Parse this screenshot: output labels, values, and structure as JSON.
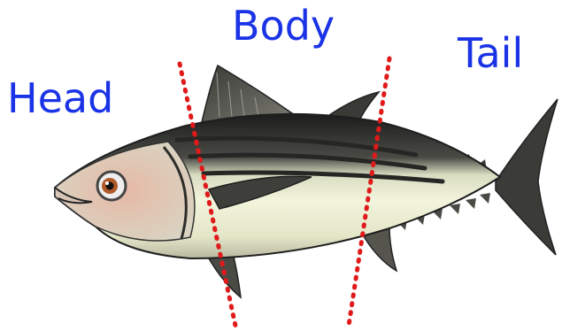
{
  "labels": {
    "head": "Head",
    "body": "Body",
    "tail": "Tail"
  },
  "colors": {
    "label": "#1a33e6",
    "divider": "#e01a1a",
    "fish_dark": "#2b2b2b",
    "fish_light": "#e9ecc9"
  }
}
